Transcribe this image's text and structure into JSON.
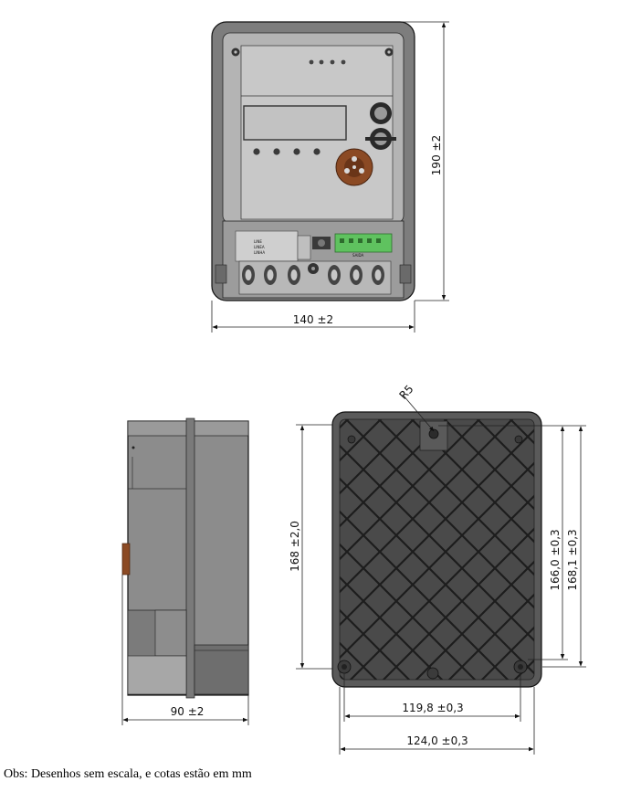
{
  "front_view": {
    "width_label": "140 ±2",
    "height_label": "190 ±2",
    "terminal_label_1": "LINE",
    "terminal_label_2": "LINEA",
    "terminal_label_3": "LINHA",
    "connector_label": "SAIDA"
  },
  "side_view": {
    "depth_label": "90 ±2"
  },
  "back_view": {
    "radius_label": "R5",
    "height_label": "168 ±2,0",
    "hole_vertical_label": "166,0 ±0,3",
    "total_vertical_label": "168,1 ±0,3",
    "hole_spacing_label": "119,8 ±0,3",
    "width_label": "124,0 ±0,3"
  },
  "note": "Obs: Desenhos sem escala, e cotas estão em mm",
  "colors": {
    "housing": "#8a8a8a",
    "housing_dark": "#5e5e5e",
    "back_plate": "#4d4d4d",
    "optical_port": "#8b4a24",
    "display": "#bdbdbd",
    "terminal_green": "#5fc25f"
  }
}
